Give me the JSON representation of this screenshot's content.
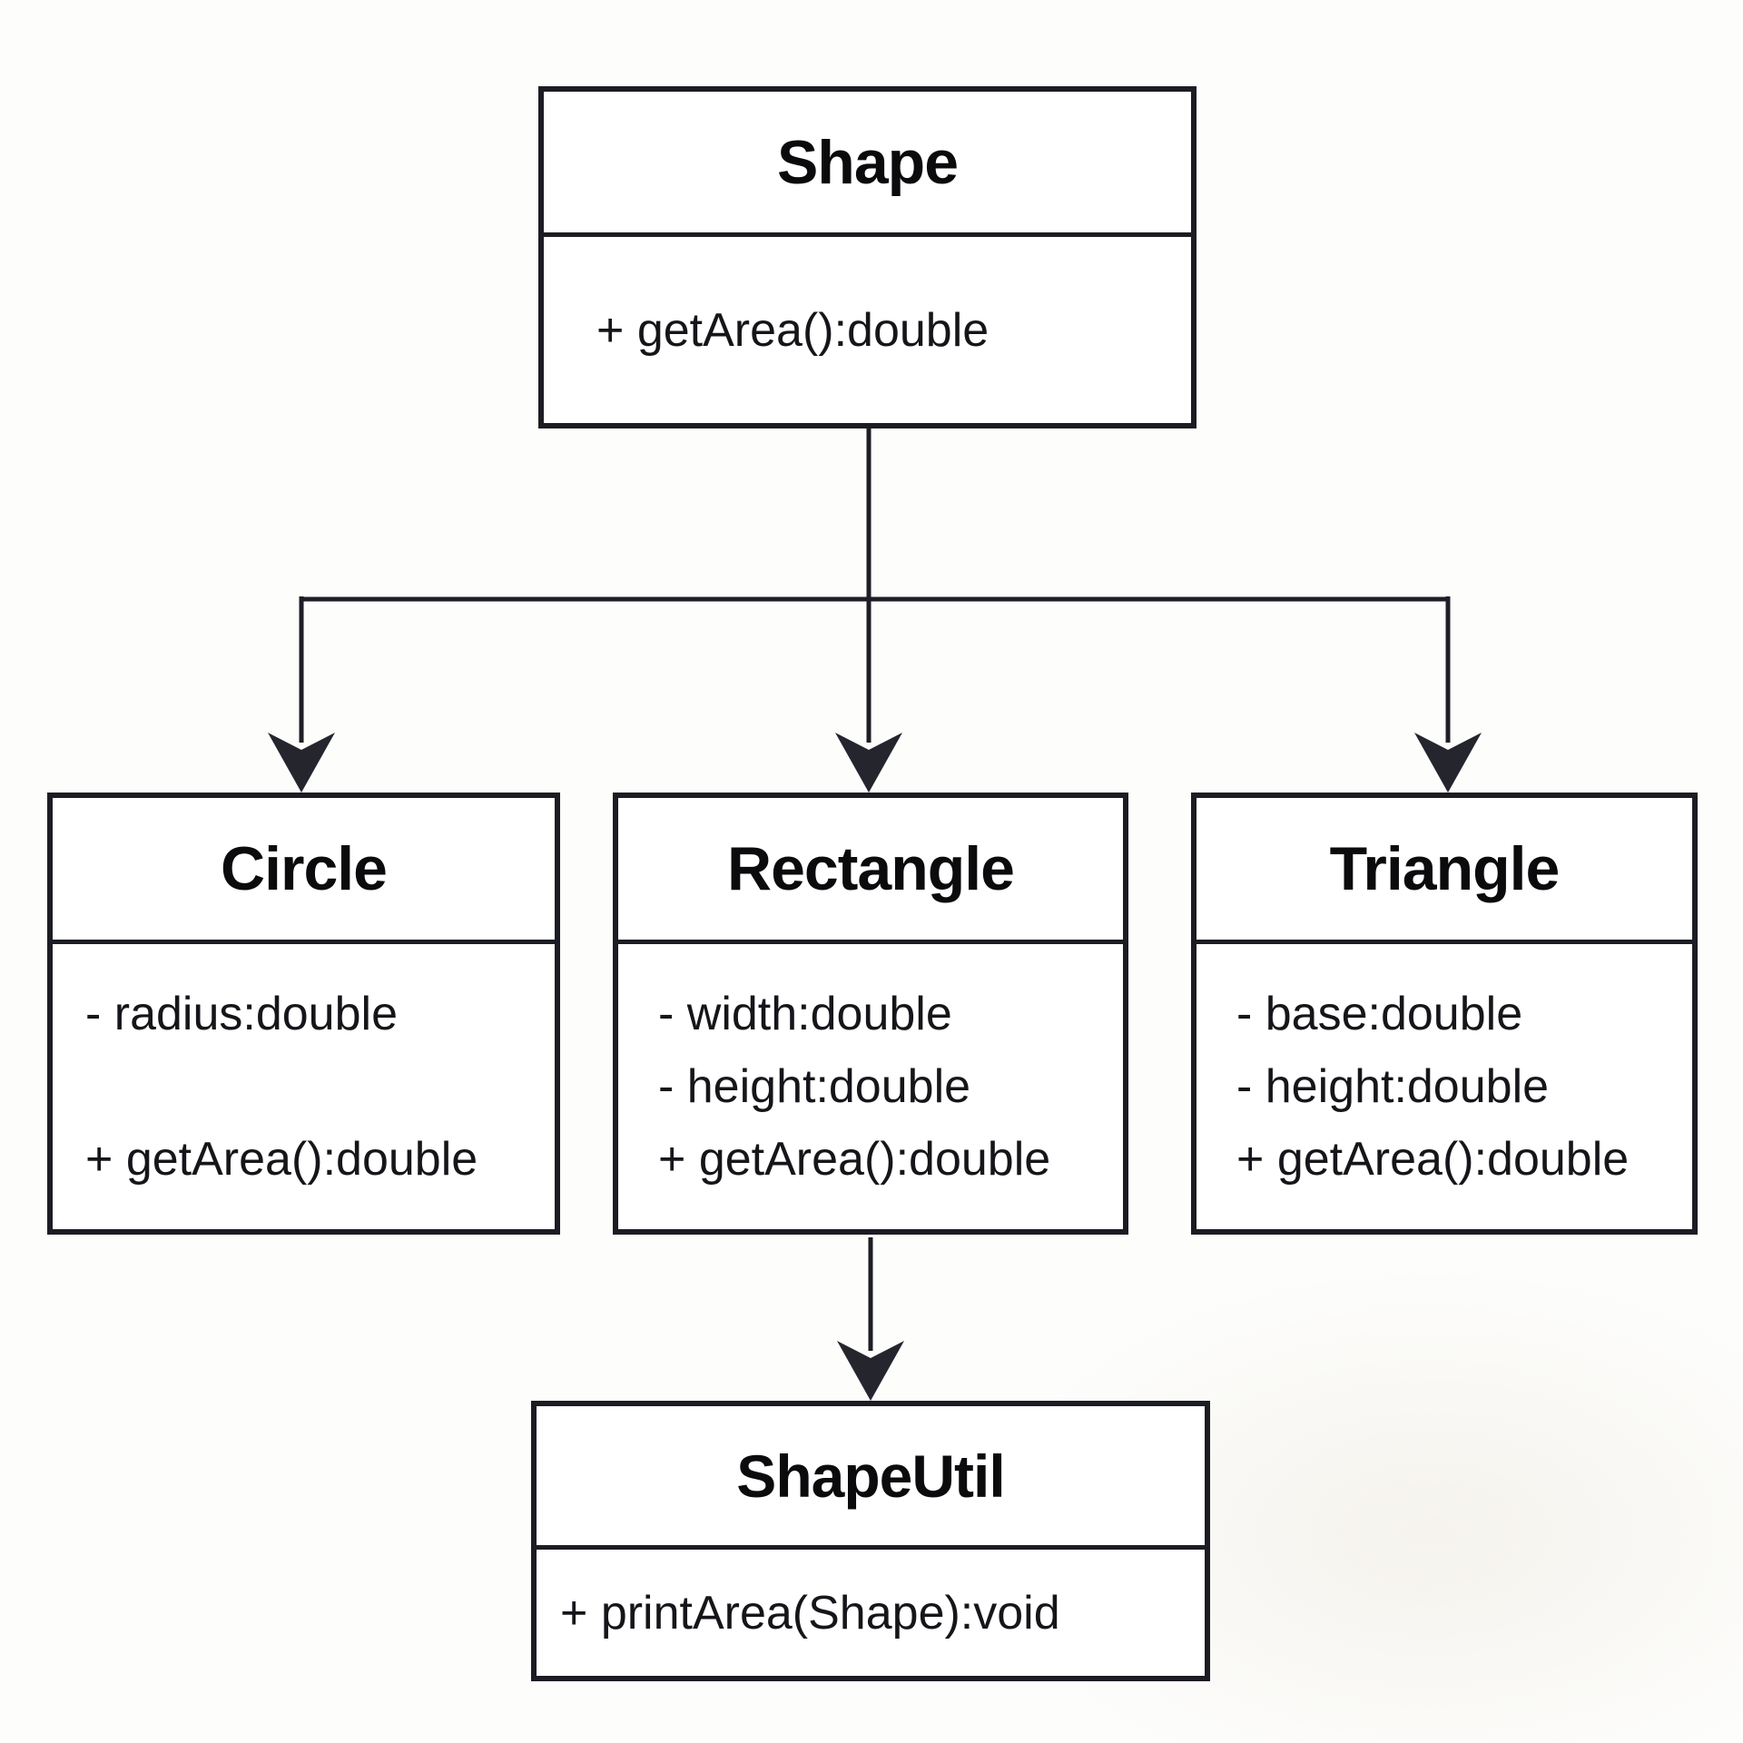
{
  "diagram": {
    "type": "uml-class-diagram",
    "classes": [
      {
        "name": "Shape",
        "attributes": [],
        "methods": [
          "+ getArea():double"
        ]
      },
      {
        "name": "Circle",
        "attributes": [
          "- radius:double"
        ],
        "methods": [
          "+ getArea():double"
        ]
      },
      {
        "name": "Rectangle",
        "attributes": [
          "- width:double",
          "- height:double"
        ],
        "methods": [
          "+ getArea():double"
        ]
      },
      {
        "name": "Triangle",
        "attributes": [
          "- base:double",
          "- height:double"
        ],
        "methods": [
          "+ getArea():double"
        ]
      },
      {
        "name": "ShapeUtil",
        "attributes": [],
        "methods": [
          "+ printArea(Shape):void"
        ]
      }
    ],
    "relationships": [
      {
        "from": "Shape",
        "to": "Circle",
        "type": "arrow-down"
      },
      {
        "from": "Shape",
        "to": "Rectangle",
        "type": "arrow-down"
      },
      {
        "from": "Shape",
        "to": "Triangle",
        "type": "arrow-down"
      },
      {
        "from": "Rectangle",
        "to": "ShapeUtil",
        "type": "arrow-down"
      }
    ],
    "colors": {
      "line": "#1e1e26",
      "box_border": "#1c1c24",
      "box_fill": "#ffffff",
      "background": "#fdfdfc",
      "text": "#15151a"
    }
  }
}
